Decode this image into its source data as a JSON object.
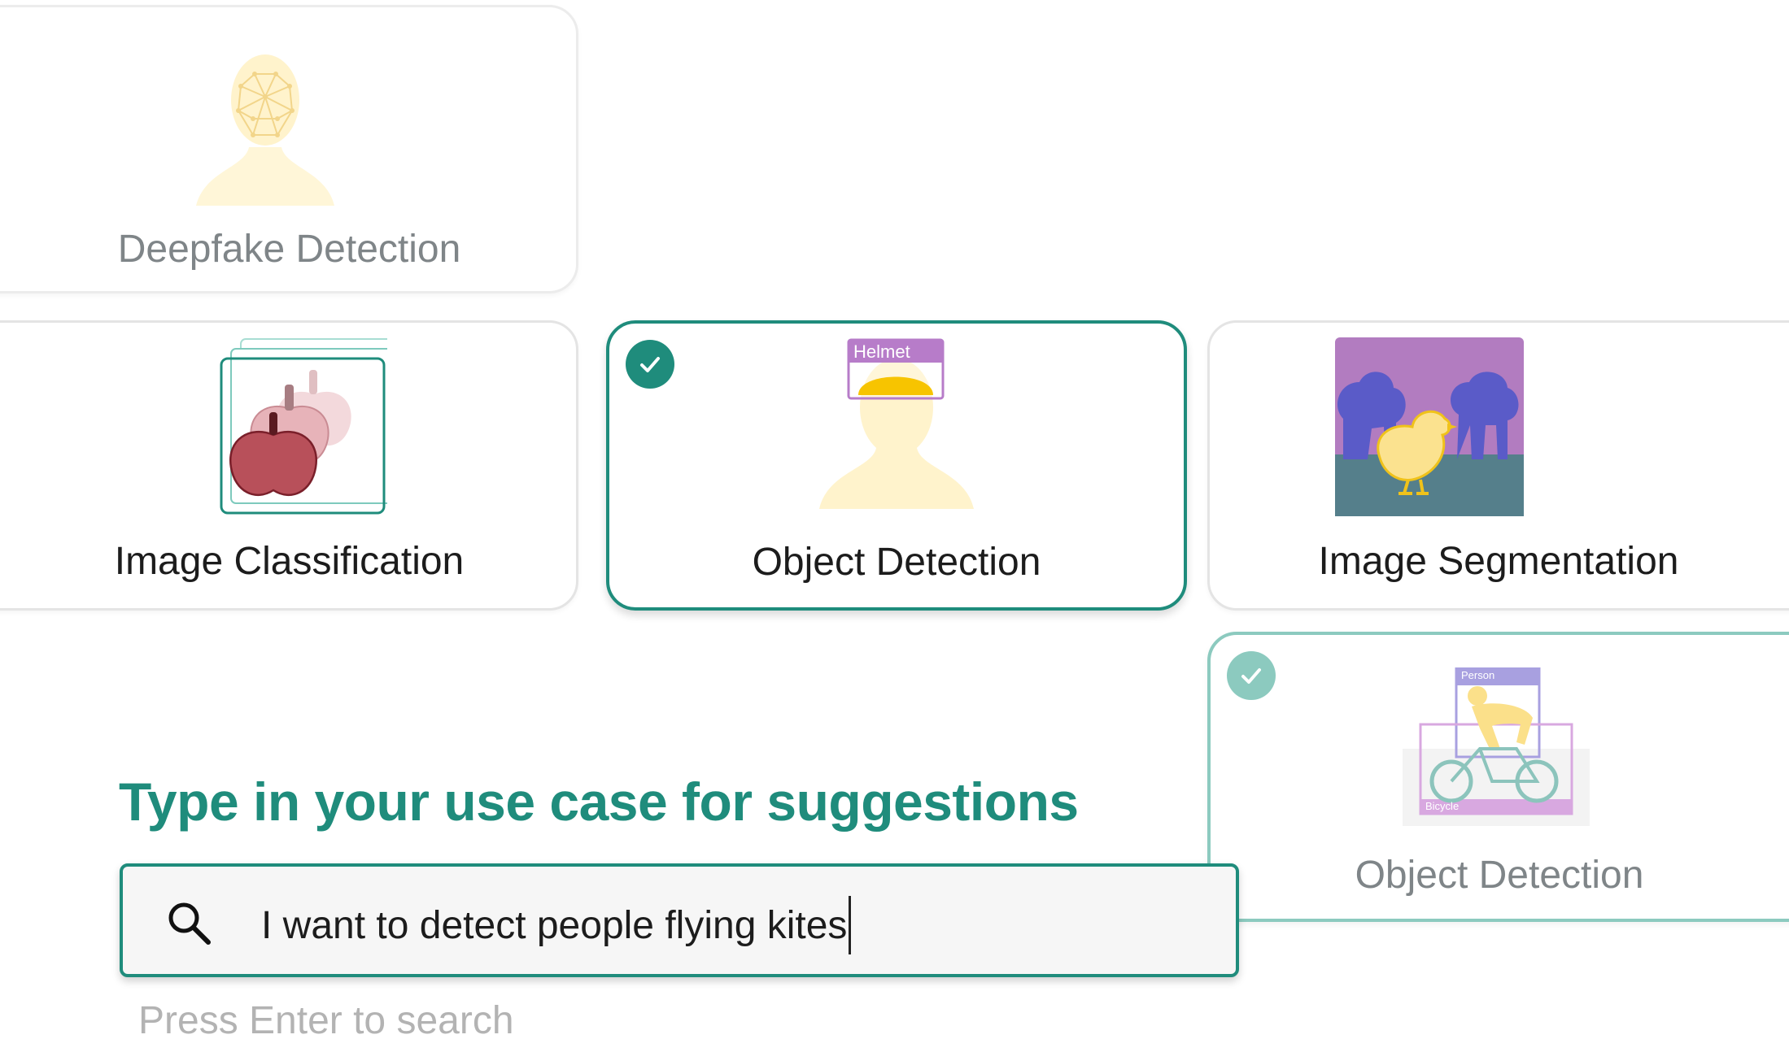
{
  "cards": {
    "deepfake": {
      "label": "Deepfake Detection"
    },
    "image_classification": {
      "label": "Image Classification"
    },
    "object_detection": {
      "label": "Object Detection",
      "tag": "Helmet",
      "selected": true
    },
    "image_segmentation": {
      "label": "Image Segmentation"
    },
    "object_detection_suggested": {
      "label": "Object Detection",
      "tags": [
        "Person",
        "Bicycle"
      ],
      "selected": true
    }
  },
  "search": {
    "heading": "Type in your use case for suggestions",
    "query": "I want to detect people flying kites",
    "hint": "Press Enter to search",
    "icon": "search-icon"
  },
  "colors": {
    "accent": "#1f8c7c",
    "accent_light": "#8ccabf",
    "silhouette": "#fff3cc",
    "helmet": "#f7c400",
    "tag_purple": "#b77cc9",
    "apple_red": "#b8505a",
    "segmentation_sky": "#b27cc0",
    "segmentation_ground": "#557f8b",
    "segmentation_trees": "#5a5bc8",
    "segmentation_chick": "#fbe28f"
  }
}
